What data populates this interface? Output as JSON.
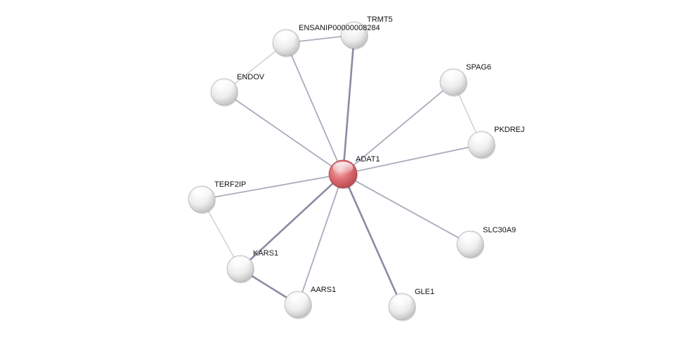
{
  "network": {
    "center": "ADAT1",
    "nodes": [
      {
        "id": "ADAT1",
        "label": "ADAT1",
        "type": "query",
        "color": "#d9636a"
      },
      {
        "id": "TRMT5",
        "label": "TRMT5",
        "type": "partner",
        "color": "#e6e6e6"
      },
      {
        "id": "ENSANIP00000008284",
        "label": "ENSANIP00000008284",
        "type": "partner",
        "color": "#e6e6e6"
      },
      {
        "id": "ENDOV",
        "label": "ENDOV",
        "type": "partner",
        "color": "#e6e6e6"
      },
      {
        "id": "SPAG6",
        "label": "SPAG6",
        "type": "partner",
        "color": "#e6e6e6"
      },
      {
        "id": "PKDREJ",
        "label": "PKDREJ",
        "type": "partner",
        "color": "#e6e6e6"
      },
      {
        "id": "TERF2IP",
        "label": "TERF2IP",
        "type": "partner",
        "color": "#e6e6e6"
      },
      {
        "id": "SLC30A9",
        "label": "SLC30A9",
        "type": "partner",
        "color": "#e6e6e6"
      },
      {
        "id": "KARS1",
        "label": "KARS1",
        "type": "partner",
        "color": "#e6e6e6"
      },
      {
        "id": "AARS1",
        "label": "AARS1",
        "type": "partner",
        "color": "#e6e6e6"
      },
      {
        "id": "GLE1",
        "label": "GLE1",
        "type": "partner",
        "color": "#e6e6e6"
      }
    ],
    "edges": [
      {
        "source": "ADAT1",
        "target": "TRMT5",
        "strength": "strong"
      },
      {
        "source": "ADAT1",
        "target": "ENSANIP00000008284",
        "strength": "medium"
      },
      {
        "source": "ADAT1",
        "target": "ENDOV",
        "strength": "medium"
      },
      {
        "source": "ADAT1",
        "target": "SPAG6",
        "strength": "medium"
      },
      {
        "source": "ADAT1",
        "target": "PKDREJ",
        "strength": "medium"
      },
      {
        "source": "ADAT1",
        "target": "TERF2IP",
        "strength": "medium"
      },
      {
        "source": "ADAT1",
        "target": "SLC30A9",
        "strength": "medium"
      },
      {
        "source": "ADAT1",
        "target": "KARS1",
        "strength": "strong"
      },
      {
        "source": "ADAT1",
        "target": "AARS1",
        "strength": "medium"
      },
      {
        "source": "ADAT1",
        "target": "GLE1",
        "strength": "strong"
      },
      {
        "source": "ENSANIP00000008284",
        "target": "TRMT5",
        "strength": "medium"
      },
      {
        "source": "ENSANIP00000008284",
        "target": "ENDOV",
        "strength": "weak"
      },
      {
        "source": "SPAG6",
        "target": "PKDREJ",
        "strength": "weak"
      },
      {
        "source": "TERF2IP",
        "target": "KARS1",
        "strength": "weak"
      },
      {
        "source": "KARS1",
        "target": "AARS1",
        "strength": "strong"
      }
    ],
    "colors": {
      "edge_strong": "#8a8ca3",
      "edge_medium": "#a9abbd",
      "edge_weak": "#c4c5cf",
      "query_node": "#d9636a",
      "partner_node": "#e6e6e6"
    }
  }
}
